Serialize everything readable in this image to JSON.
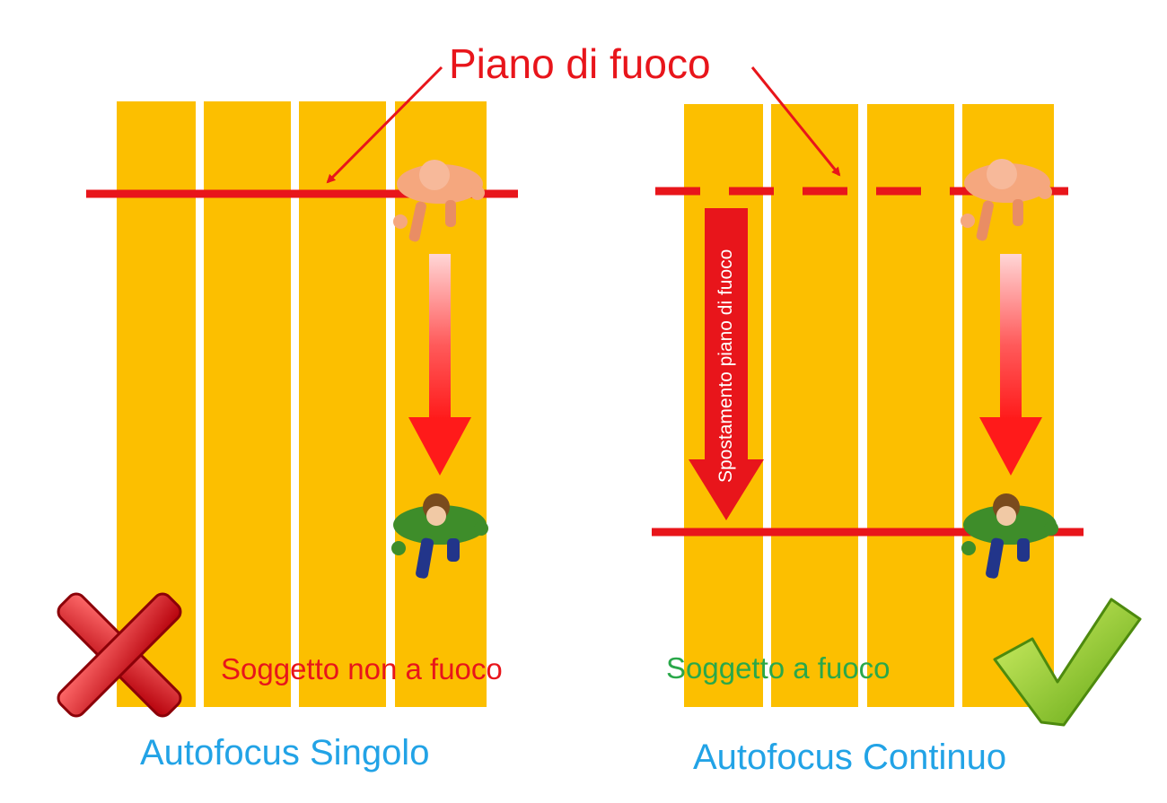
{
  "title": "Piano di fuoco",
  "left_panel": {
    "status": "Soggetto non a fuoco",
    "caption": "Autofocus Singolo",
    "mark_icon": "red-x-icon"
  },
  "right_panel": {
    "status": "Soggetto a fuoco",
    "caption": "Autofocus Continuo",
    "shift_label": "Spostamento piano di fuoco",
    "mark_icon": "green-check-icon"
  },
  "colors": {
    "lane": "#fcbf00",
    "focus_line": "#e8151b",
    "title_text": "#e8151b",
    "good_text": "#2aa84a",
    "caption_text": "#22a3e6"
  }
}
